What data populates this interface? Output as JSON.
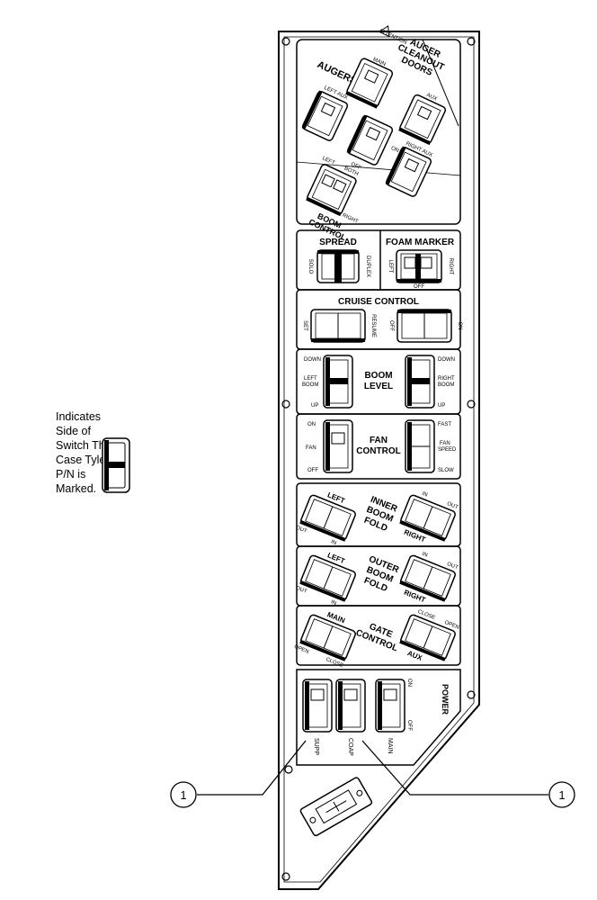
{
  "note": {
    "lines": [
      "Indicates",
      "Side of",
      "Switch That",
      "Case Tyler",
      "P/N is",
      "Marked."
    ]
  },
  "sections": {
    "augers": {
      "attention": "ATTENTION",
      "title_line1": "AUGER",
      "title_line2": "CLEANOUT",
      "title_line3": "DOORS",
      "title": "AUGERS",
      "boom_control_line1": "BOOM",
      "boom_control_line2": "CONTROL",
      "main_label": "MAIN",
      "left_aux_label": "LEFT AUX",
      "aux_label": "AUX",
      "right_aux_label": "RIGHT AUX",
      "on": "ON",
      "off": "OFF",
      "left": "LEFT",
      "both": "BOTH",
      "right": "RIGHT"
    },
    "spread": {
      "title": "SPREAD",
      "solo": "SOLO",
      "duplex": "DUPLEX"
    },
    "foam_marker": {
      "title": "FOAM MARKER",
      "left": "LEFT",
      "right": "RIGHT",
      "off": "OFF"
    },
    "cruise": {
      "title": "CRUISE CONTROL",
      "set": "SET",
      "resume": "RESUME",
      "on": "ON",
      "off": "OFF"
    },
    "boom_level": {
      "title_line1": "BOOM",
      "title_line2": "LEVEL",
      "left_line1": "LEFT",
      "left_line2": "BOOM",
      "right_line1": "RIGHT",
      "right_line2": "BOOM",
      "down": "DOWN",
      "up": "UP"
    },
    "fan_control": {
      "title_line1": "FAN",
      "title_line2": "CONTROL",
      "fan": "FAN",
      "on": "ON",
      "off": "OFF",
      "fast": "FAST",
      "slow": "SLOW",
      "speed_line1": "FAN",
      "speed_line2": "SPEED"
    },
    "inner_boom": {
      "title_line1": "INNER",
      "title_line2": "BOOM",
      "title_line3": "FOLD",
      "left": "LEFT",
      "right": "RIGHT",
      "out": "OUT",
      "in": "IN"
    },
    "outer_boom": {
      "title_line1": "OUTER",
      "title_line2": "BOOM",
      "title_line3": "FOLD",
      "left": "LEFT",
      "right": "RIGHT",
      "out": "OUT",
      "in": "IN"
    },
    "gate_control": {
      "title_line1": "GATE",
      "title_line2": "CONTROL",
      "main": "MAIN",
      "aux": "AUX",
      "open": "OPEN",
      "close": "CLOSE"
    },
    "power": {
      "title": "POWER",
      "on": "ON",
      "off": "OFF",
      "supp": "SUPP",
      "coap": "COAP",
      "main": "MAIN"
    }
  },
  "callouts": {
    "left": "1",
    "right": "1"
  }
}
